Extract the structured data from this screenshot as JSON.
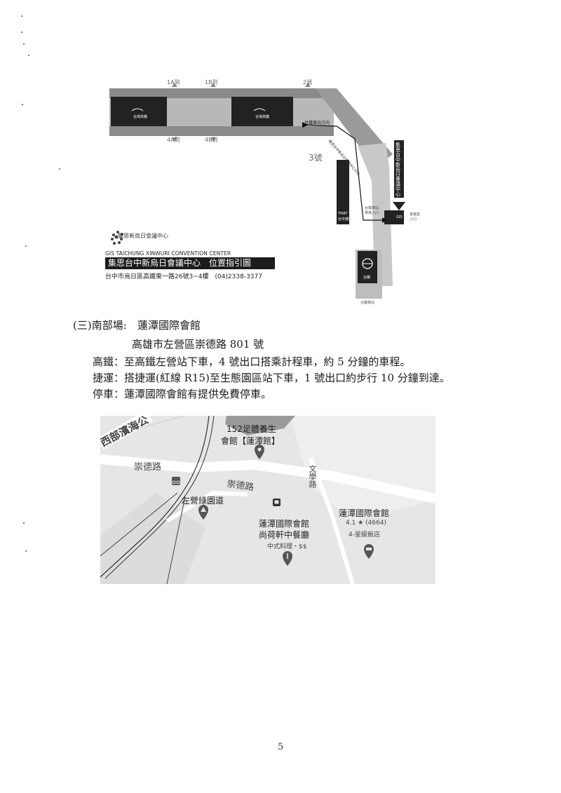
{
  "map_top": {
    "sections": {
      "left_top": "1A到",
      "mid_top": "1B到",
      "right_top": "2號",
      "left_bottom": "4A到",
      "mid_bottom": "4B到",
      "gate3": "3號"
    },
    "labels": {
      "direction": "台鐵車站方向",
      "corridor": "集思台中新烏日會議中心方向",
      "center_vertical": "集思台中新烏日會議中心",
      "gis": "GIS",
      "gis_side": "會議室入口",
      "tmrt": "TMRT",
      "tmrt_sub": "台中捷運",
      "station_inner": "台鐵車站 乘車入口",
      "station_bottom": "台鐵車站",
      "tra": "台鐵",
      "hsr_1": "台灣高鐵",
      "hsr_2": "台灣高鐵"
    },
    "legend_cn": "集思新烏日會議中心",
    "legend_en": "GIS TAICHUNG XINWURI CONVENTION CENTER",
    "title": "集思台中新烏日會議中心　位置指引圖",
    "address": "台中市烏日區高鐵東一路26號3~4樓　(04)2338-3377"
  },
  "south": {
    "heading": "(三)南部場:",
    "venue": "蓮潭國際會館",
    "address": "高雄市左營區崇德路 801 號",
    "hsr": "高鐵：至高鐵左營站下車，4 號出口搭乘計程車，約 5 分鐘的車程。",
    "mrt": "捷運：搭捷運(紅線 R15)至生態園區站下車，1 號出口約步行 10 分鐘到達。",
    "parking": "停車：蓮潭國際會館有提供免費停車。"
  },
  "map_bottom": {
    "road_west": "西部濱海公",
    "road_chongde_1": "崇德路",
    "road_chongde_2": "崇德路",
    "road_wen": "文學路",
    "greenway": "左營綠園道",
    "poi_spa_1": "152足體養生",
    "poi_spa_2": "會館【蓮潭館】",
    "poi_rest_1": "蓮潭國際會館",
    "poi_rest_2": "尚荷軒中餐廳",
    "poi_rest_3": "中式料理・$$",
    "poi_hotel_1": "蓮潭國際會館",
    "poi_hotel_2": "4.1 ★ (4664)",
    "poi_hotel_3": "4-星級飯店"
  },
  "page_number": "5",
  "colors": {
    "map_bg": "#e9e9e9",
    "road": "#ffffff",
    "pin": "#555555",
    "dark_block": "#222222"
  }
}
